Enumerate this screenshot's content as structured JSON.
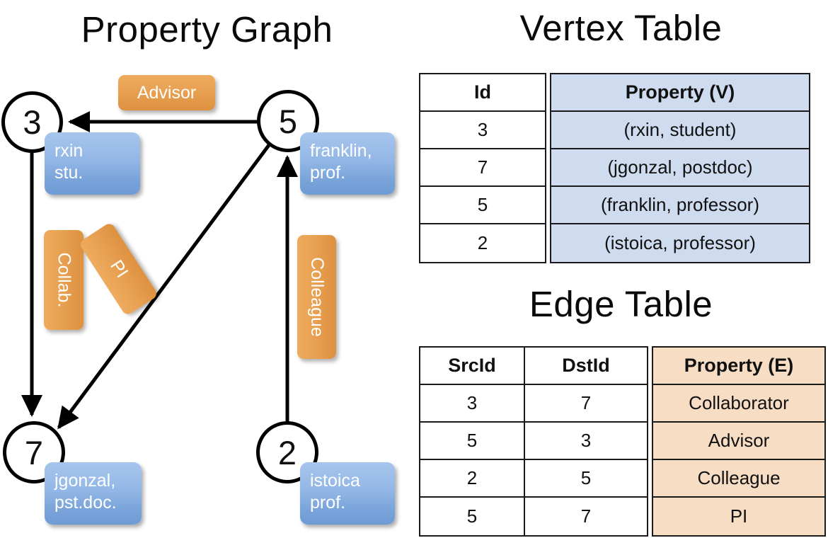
{
  "titles": {
    "property_graph": "Property Graph",
    "vertex_table": "Vertex Table",
    "edge_table": "Edge Table"
  },
  "graph": {
    "vertices": [
      {
        "id": "3",
        "prop_line1": "rxin",
        "prop_line2": "stu."
      },
      {
        "id": "5",
        "prop_line1": "franklin,",
        "prop_line2": "prof."
      },
      {
        "id": "7",
        "prop_line1": "jgonzal,",
        "prop_line2": "pst.doc."
      },
      {
        "id": "2",
        "prop_line1": "istoica",
        "prop_line2": "prof."
      }
    ],
    "edge_labels": {
      "advisor": "Advisor",
      "collab": "Collab.",
      "pi": "PI",
      "colleague": "Colleague"
    }
  },
  "vertex_table": {
    "headers": [
      "Id",
      "Property (V)"
    ],
    "rows": [
      {
        "id": "3",
        "property": "(rxin, student)"
      },
      {
        "id": "7",
        "property": "(jgonzal, postdoc)"
      },
      {
        "id": "5",
        "property": "(franklin, professor)"
      },
      {
        "id": "2",
        "property": "(istoica, professor)"
      }
    ]
  },
  "edge_table": {
    "headers": [
      "SrcId",
      "DstId",
      "Property (E)"
    ],
    "rows": [
      {
        "src": "3",
        "dst": "7",
        "property": "Collaborator"
      },
      {
        "src": "5",
        "dst": "3",
        "property": "Advisor"
      },
      {
        "src": "2",
        "dst": "5",
        "property": "Colleague"
      },
      {
        "src": "5",
        "dst": "7",
        "property": "PI"
      }
    ]
  },
  "colors": {
    "vertex_property_fill": "#8fb4e3",
    "edge_property_fill": "#e59e4d",
    "vertex_table_header_fill": "#cfdcef",
    "edge_table_header_fill": "#f6ddc3",
    "stroke": "#000000",
    "background": "#ffffff"
  }
}
